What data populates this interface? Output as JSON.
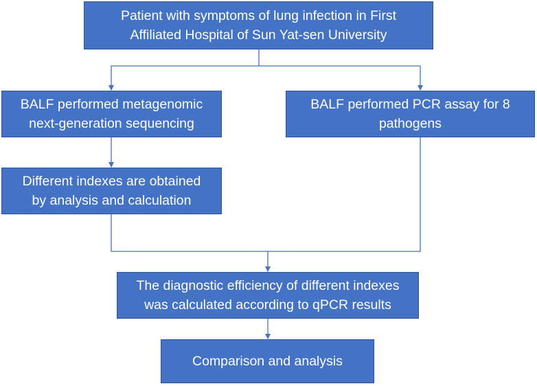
{
  "colors": {
    "box_fill": "#4472c4",
    "box_border": "#2f528f",
    "connector": "#4472c4",
    "text": "#ffffff"
  },
  "nodes": {
    "patient": "Patient with symptoms of lung infection in  First\nAffiliated Hospital of Sun Yat-sen University",
    "mngs": "BALF performed metagenomic\nnext-generation sequencing",
    "pcr": "BALF performed PCR assay for 8\npathogens",
    "indexes": "Different indexes are obtained\nby analysis and calculation",
    "efficiency": "The diagnostic efficiency of different indexes\nwas calculated according to qPCR results",
    "comparison": "Comparison and analysis"
  },
  "edges": [
    {
      "from": "patient",
      "to": "mngs"
    },
    {
      "from": "patient",
      "to": "pcr"
    },
    {
      "from": "mngs",
      "to": "indexes"
    },
    {
      "from": "indexes",
      "to": "efficiency"
    },
    {
      "from": "pcr",
      "to": "efficiency"
    },
    {
      "from": "efficiency",
      "to": "comparison"
    }
  ]
}
